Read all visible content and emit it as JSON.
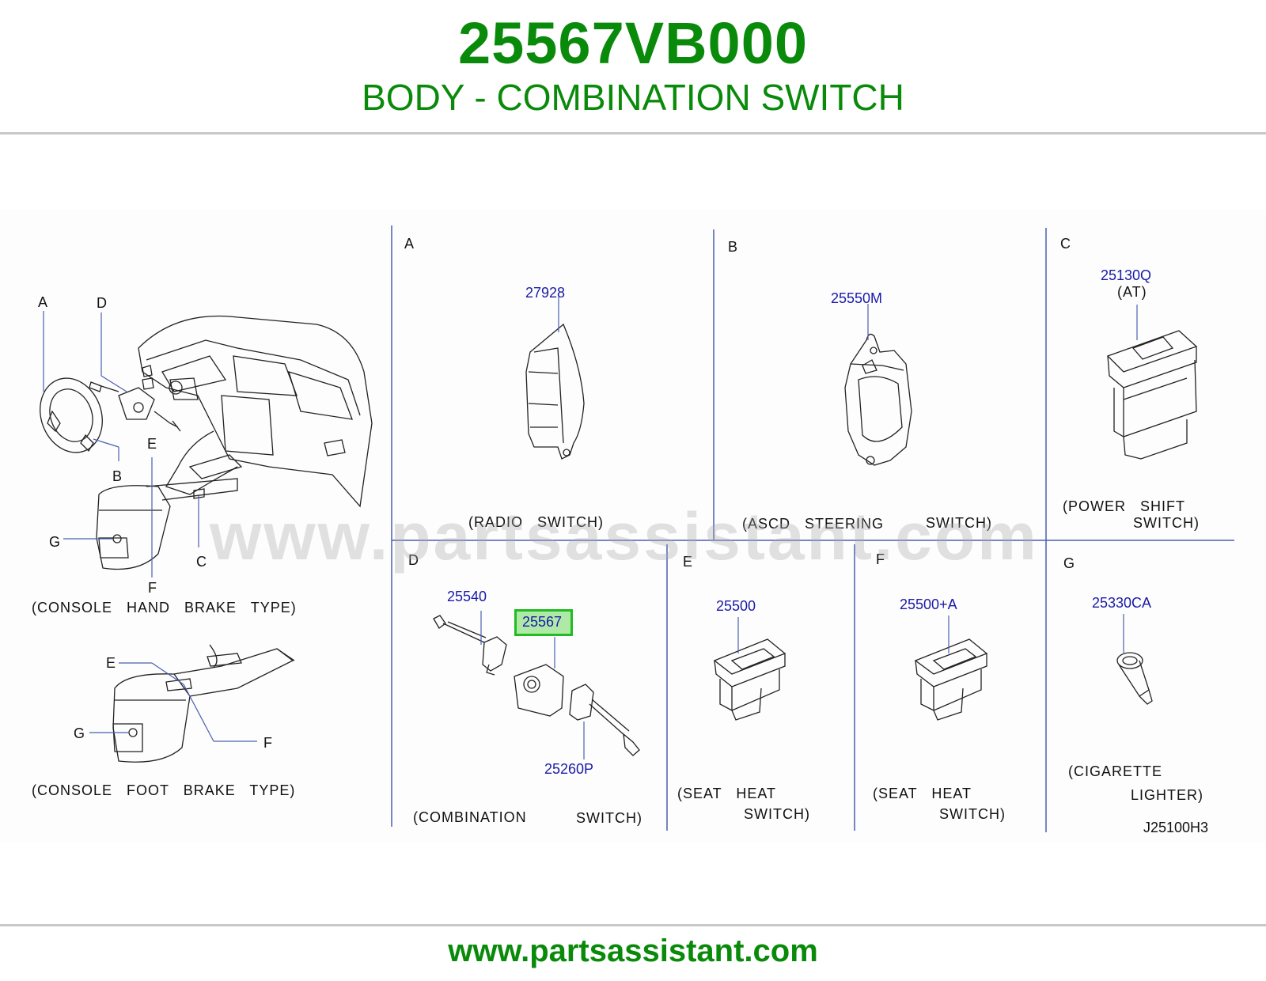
{
  "header": {
    "part_number": "25567VB000",
    "title": "BODY - COMBINATION SWITCH"
  },
  "footer": {
    "url": "www.partsassistant.com"
  },
  "watermark": "www.partsassistant.com",
  "diagram": {
    "overview": {
      "letters": {
        "a": "A",
        "d": "D",
        "e": "E",
        "b": "B",
        "g": "G",
        "c": "C",
        "f": "F"
      },
      "caption_hand": "(CONSOLE   HAND   BRAKE   TYPE)",
      "caption_foot": "(CONSOLE   FOOT   BRAKE   TYPE)",
      "foot_letters": {
        "e": "E",
        "g": "G",
        "f": "F"
      }
    },
    "panels": {
      "A": {
        "letter": "A",
        "part": "27928",
        "caption": "(RADIO   SWITCH)"
      },
      "B": {
        "letter": "B",
        "part": "25550M",
        "caption_1": "(ASCD   STEERING",
        "caption_2": "SWITCH)"
      },
      "C": {
        "letter": "C",
        "part": "25130Q",
        "note": "(AT)",
        "caption_1": "(POWER   SHIFT",
        "caption_2": "SWITCH)"
      },
      "D": {
        "letter": "D",
        "part_left": "25540",
        "part_center": "25567",
        "part_right": "25260P",
        "caption_1": "(COMBINATION",
        "caption_2": "SWITCH)"
      },
      "E": {
        "letter": "E",
        "part": "25500",
        "caption_1": "(SEAT   HEAT",
        "caption_2": "SWITCH)"
      },
      "F": {
        "letter": "F",
        "part": "25500+A",
        "caption_1": "(SEAT   HEAT",
        "caption_2": "SWITCH)"
      },
      "G": {
        "letter": "G",
        "part": "25330CA",
        "caption_1": "(CIGARETTE",
        "caption_2": "LIGHTER)"
      }
    },
    "drawing_code": "J25100H3"
  },
  "colors": {
    "brand_green": "#0a8a0a",
    "part_blue": "#1a1aa8",
    "divider_blue": "#4a5fb0",
    "highlight": "#22bb22"
  }
}
